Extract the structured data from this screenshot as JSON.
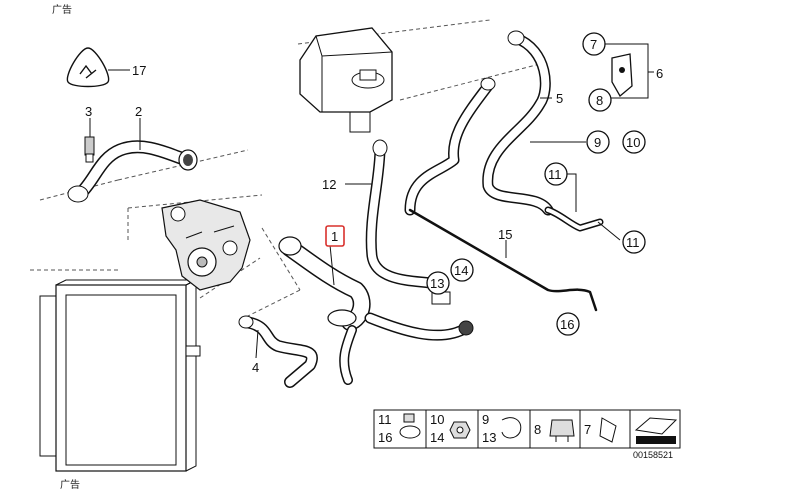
{
  "ad_label_top": "广告",
  "ad_label_bottom": "广告",
  "drawing_number": "00158521",
  "callouts": {
    "c1": "1",
    "c2": "2",
    "c3": "3",
    "c4": "4",
    "c5": "5",
    "c6": "6",
    "c7": "7",
    "c8": "8",
    "c9": "9",
    "c10": "10",
    "c11a": "11",
    "c11b": "11",
    "c12": "12",
    "c13": "13",
    "c14": "14",
    "c15": "15",
    "c16": "16",
    "c17": "17"
  },
  "legend": {
    "r1": "11",
    "r2": "16",
    "r3": "10",
    "r4": "14",
    "r5": "9",
    "r6": "13",
    "r7": "8",
    "r8": "7"
  },
  "highlight_color": "#d9302c"
}
